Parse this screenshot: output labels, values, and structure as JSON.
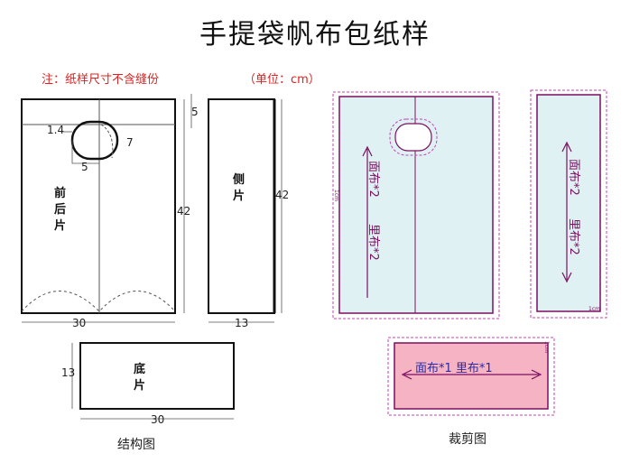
{
  "title": "手提袋帆布包纸样",
  "note": {
    "text": "注：纸样尺寸不含缝份",
    "unit": "（单位：cm）"
  },
  "structure": {
    "caption": "结构图",
    "front_back_label": [
      "前",
      "后",
      "片"
    ],
    "side_label": [
      "侧",
      "片"
    ],
    "bottom_label": [
      "底",
      "片"
    ],
    "dims": {
      "handle_offset": "1.4",
      "handle_height": "7",
      "handle_width": "5",
      "top_margin": "5",
      "body_height": "42",
      "side_height": "42",
      "body_width": "30",
      "side_width": "13",
      "bottom_height": "13",
      "bottom_width": "30"
    }
  },
  "cutting": {
    "caption": "裁剪图",
    "main_text_1": "面布*2",
    "main_text_2": "里布*2",
    "side_text_1": "面布*2",
    "side_text_2": "里布*2",
    "bottom_text": "面布*1  里布*1",
    "corner_mark": "1cm",
    "corner_mark_2": "1cm",
    "corner_mark_3": "1cm"
  },
  "colors": {
    "fabric_fill": "#dff1f3",
    "bottom_fill": "#f6b3c3",
    "seam_line": "#c045b0",
    "note_red": "#e02020"
  }
}
